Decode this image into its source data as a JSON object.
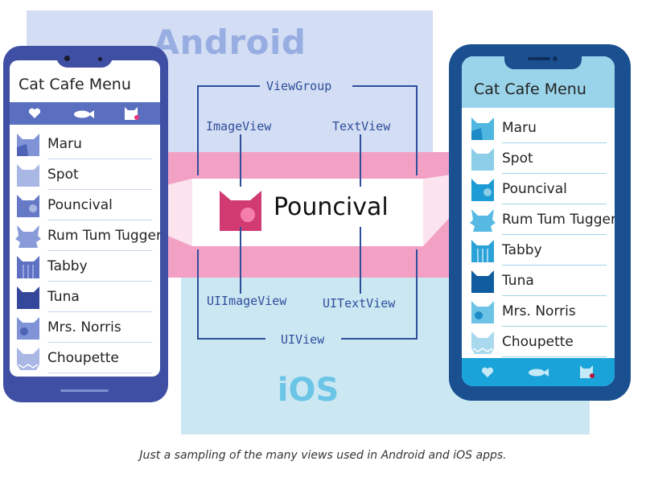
{
  "diagram": {
    "android_label": "Android",
    "ios_label": "iOS",
    "center_label": "Pouncival",
    "android_views": {
      "group": "ViewGroup",
      "image": "ImageView",
      "text": "TextView"
    },
    "ios_views": {
      "group": "UIView",
      "image": "UIImageView",
      "text": "UITextView"
    },
    "caption": "Just a sampling of the many views used in Android and iOS apps.",
    "colors": {
      "android_bg": "#d3ddf3",
      "ios_bg": "#cbe7f2",
      "highlight_band": "#f2a1c5",
      "center_icon": "#d23a72",
      "android_phone": "#3f4fa3",
      "ios_phone": "#1a5090",
      "connector": "#2e4e9c"
    }
  },
  "android_app": {
    "title": "Cat Cafe Menu",
    "tabs": [
      "heart-icon",
      "fish-icon",
      "cat-face-icon"
    ],
    "items": [
      {
        "label": "Maru",
        "icon": "cat-maru-icon"
      },
      {
        "label": "Spot",
        "icon": "cat-spot-icon"
      },
      {
        "label": "Pouncival",
        "icon": "cat-pouncival-icon"
      },
      {
        "label": "Rum Tum Tugger",
        "icon": "cat-rum-tum-tugger-icon"
      },
      {
        "label": "Tabby",
        "icon": "cat-tabby-icon"
      },
      {
        "label": "Tuna",
        "icon": "cat-tuna-icon"
      },
      {
        "label": "Mrs. Norris",
        "icon": "cat-mrs-norris-icon"
      },
      {
        "label": "Choupette",
        "icon": "cat-choupette-icon"
      }
    ]
  },
  "ios_app": {
    "title": "Cat Cafe Menu",
    "tabs": [
      "heart-icon",
      "fish-icon",
      "cat-face-icon"
    ],
    "items": [
      {
        "label": "Maru",
        "icon": "cat-maru-icon"
      },
      {
        "label": "Spot",
        "icon": "cat-spot-icon"
      },
      {
        "label": "Pouncival",
        "icon": "cat-pouncival-icon"
      },
      {
        "label": "Rum Tum Tugger",
        "icon": "cat-rum-tum-tugger-icon"
      },
      {
        "label": "Tabby",
        "icon": "cat-tabby-icon"
      },
      {
        "label": "Tuna",
        "icon": "cat-tuna-icon"
      },
      {
        "label": "Mrs. Norris",
        "icon": "cat-mrs-norris-icon"
      },
      {
        "label": "Choupette",
        "icon": "cat-choupette-icon"
      }
    ]
  }
}
